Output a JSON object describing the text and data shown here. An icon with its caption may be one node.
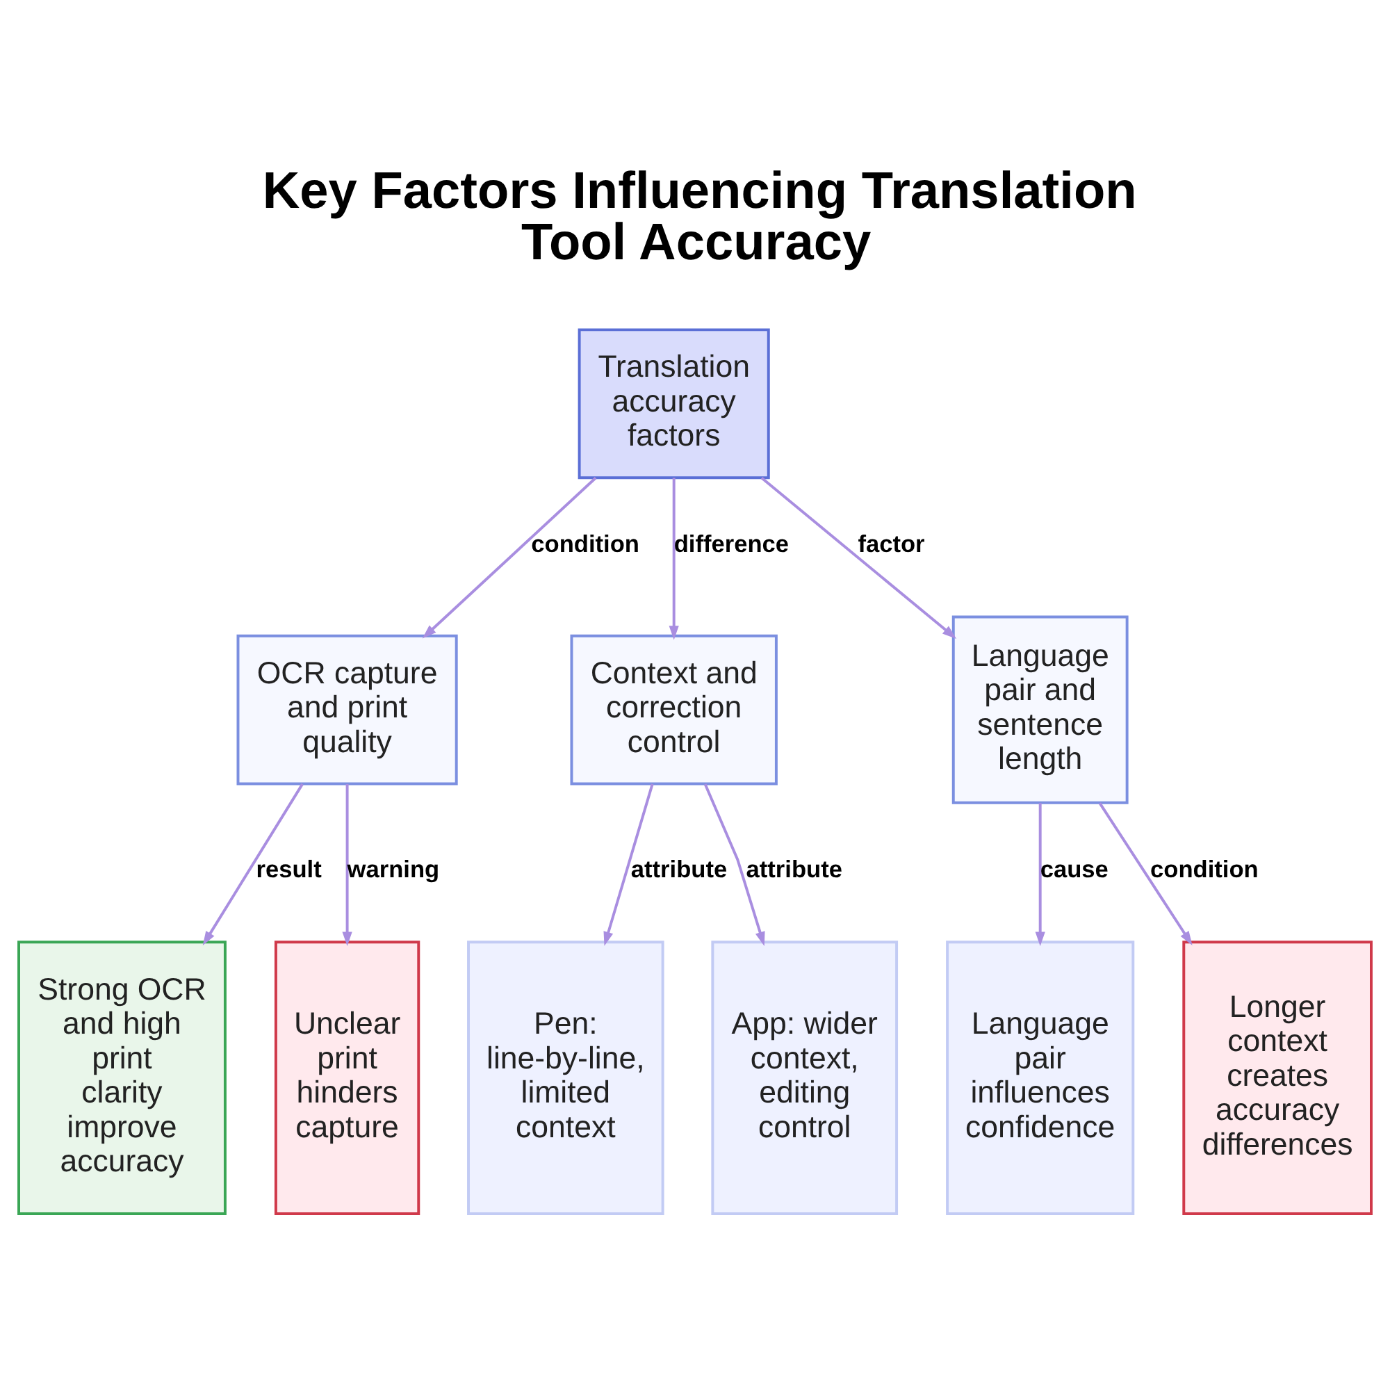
{
  "diagram": {
    "title": "Key Factors Influencing Translation Tool Accuracy",
    "nodes": [
      {
        "text": [
          "Translation accuracy factors"
        ]
      },
      {
        "text": [
          "OCR capture and print quality"
        ]
      },
      {
        "text": [
          "Context and correction control"
        ]
      },
      {
        "text": [
          "Language pair and sentence length"
        ]
      },
      {
        "text": [
          "Strong OCR and high print clarity improve accuracy"
        ]
      },
      {
        "text": [
          "Unclear print hinders capture"
        ]
      },
      {
        "text": [
          "Pen: line-by-line, limited context"
        ]
      },
      {
        "text": [
          "App: wider context, editing control"
        ]
      },
      {
        "text": [
          "Language pair influences confidence"
        ]
      },
      {
        "text": [
          "Longer context creates accuracy differences"
        ]
      }
    ],
    "edges": [
      {
        "from": 0,
        "to": 1,
        "arrow": "to",
        "label": "condition"
      },
      {
        "from": 0,
        "to": 2,
        "arrow": "to",
        "label": "difference"
      },
      {
        "from": 0,
        "to": 3,
        "arrow": "to",
        "label": "factor"
      },
      {
        "from": 1,
        "to": 4,
        "arrow": "to",
        "label": "result"
      },
      {
        "from": 1,
        "to": 5,
        "arrow": "to",
        "label": "warning"
      },
      {
        "from": 2,
        "to": 6,
        "arrow": "to",
        "label": "attribute"
      },
      {
        "from": 2,
        "to": 7,
        "arrow": "to",
        "label": "attribute"
      },
      {
        "from": 3,
        "to": 8,
        "arrow": "to",
        "label": "cause"
      },
      {
        "from": 3,
        "to": 9,
        "arrow": "to",
        "label": "condition"
      }
    ]
  }
}
